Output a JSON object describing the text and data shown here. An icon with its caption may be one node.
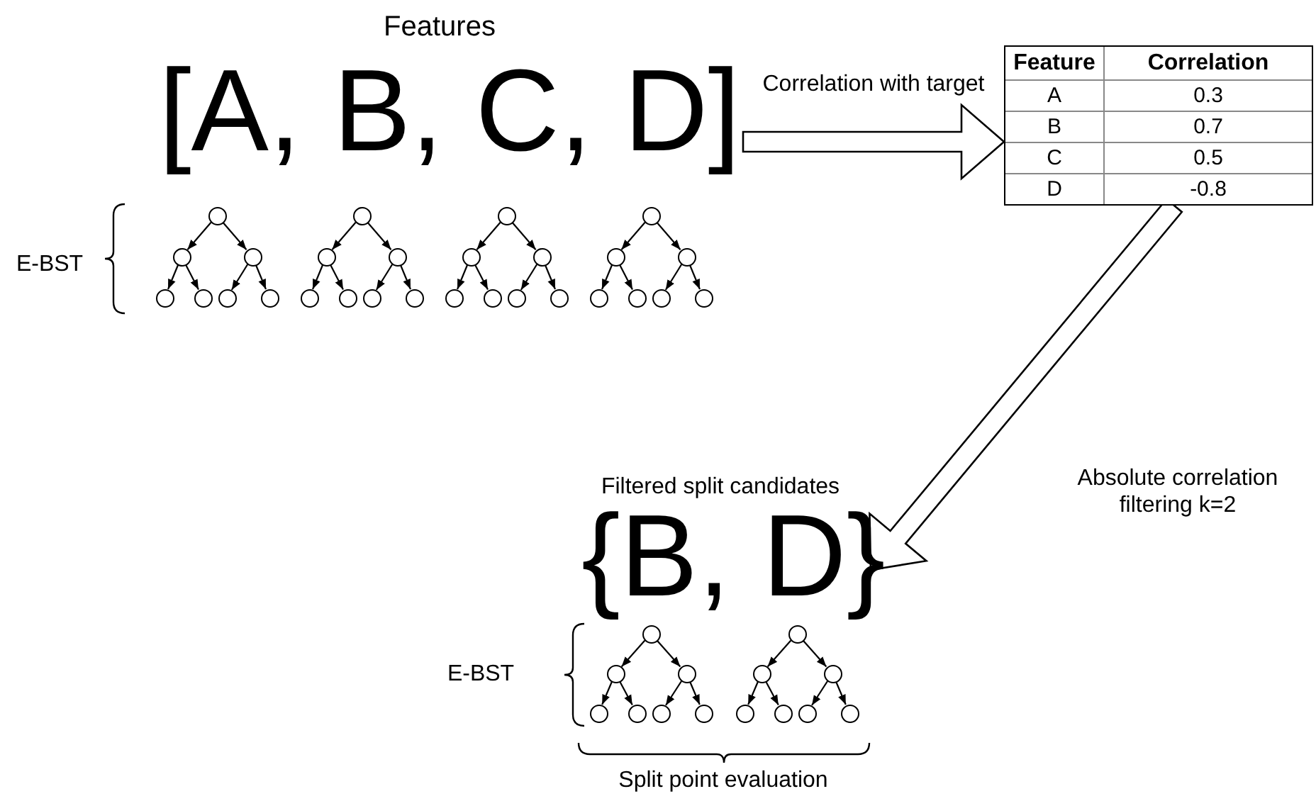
{
  "diagram": {
    "nodes": [
      {
        "text": [
          "[A, B, C, D]"
        ]
      },
      {
        "text": [
          "Feature",
          "Correlation",
          "A",
          "0.3",
          "B",
          "0.7",
          "C",
          "0.5",
          "D",
          "-0.8"
        ]
      },
      {
        "text": [
          "{B, D}"
        ]
      },
      {
        "text": [],
        "shape": "circle"
      },
      {
        "text": [],
        "shape": "circle"
      },
      {
        "text": [],
        "shape": "circle"
      },
      {
        "text": [],
        "shape": "circle"
      },
      {
        "text": [],
        "shape": "circle"
      },
      {
        "text": [],
        "shape": "circle"
      },
      {
        "text": [],
        "shape": "circle"
      },
      {
        "text": [],
        "shape": "circle"
      },
      {
        "text": [],
        "shape": "circle"
      },
      {
        "text": [],
        "shape": "circle"
      },
      {
        "text": [],
        "shape": "circle"
      },
      {
        "text": [],
        "shape": "circle"
      },
      {
        "text": [],
        "shape": "circle"
      },
      {
        "text": [],
        "shape": "circle"
      },
      {
        "text": [],
        "shape": "circle"
      },
      {
        "text": [],
        "shape": "circle"
      },
      {
        "text": [],
        "shape": "circle"
      },
      {
        "text": [],
        "shape": "circle"
      },
      {
        "text": [],
        "shape": "circle"
      },
      {
        "text": [],
        "shape": "circle"
      },
      {
        "text": [],
        "shape": "circle"
      },
      {
        "text": [],
        "shape": "circle"
      },
      {
        "text": [],
        "shape": "circle"
      },
      {
        "text": [],
        "shape": "circle"
      },
      {
        "text": [],
        "shape": "circle"
      },
      {
        "text": [],
        "shape": "circle"
      },
      {
        "text": [],
        "shape": "circle"
      },
      {
        "text": [],
        "shape": "circle"
      },
      {
        "text": [],
        "shape": "circle"
      },
      {
        "text": [],
        "shape": "circle"
      },
      {
        "text": [],
        "shape": "circle"
      },
      {
        "text": [],
        "shape": "circle"
      },
      {
        "text": [],
        "shape": "circle"
      },
      {
        "text": [],
        "shape": "circle"
      },
      {
        "text": [],
        "shape": "circle"
      },
      {
        "text": [],
        "shape": "circle"
      },
      {
        "text": [],
        "shape": "circle"
      },
      {
        "text": [],
        "shape": "circle"
      },
      {
        "text": [],
        "shape": "circle"
      },
      {
        "text": [],
        "shape": "circle"
      },
      {
        "text": [],
        "shape": "circle"
      },
      {
        "text": [],
        "shape": "circle"
      }
    ],
    "edges": [
      {
        "from": 0,
        "to": 1,
        "arrow": "to",
        "label": "Correlation with target",
        "style": "thick"
      },
      {
        "from": 1,
        "to": 2,
        "arrow": "to",
        "label": "Absolute correlation filtering k=2",
        "style": "thick"
      },
      {
        "from": 3,
        "to": 4,
        "arrow": "to"
      },
      {
        "from": 3,
        "to": 5,
        "arrow": "to"
      },
      {
        "from": 4,
        "to": 6,
        "arrow": "to"
      },
      {
        "from": 4,
        "to": 7,
        "arrow": "to"
      },
      {
        "from": 5,
        "to": 8,
        "arrow": "to"
      },
      {
        "from": 5,
        "to": 9,
        "arrow": "to"
      },
      {
        "from": 10,
        "to": 11,
        "arrow": "to"
      },
      {
        "from": 10,
        "to": 12,
        "arrow": "to"
      },
      {
        "from": 11,
        "to": 13,
        "arrow": "to"
      },
      {
        "from": 11,
        "to": 14,
        "arrow": "to"
      },
      {
        "from": 12,
        "to": 15,
        "arrow": "to"
      },
      {
        "from": 12,
        "to": 16,
        "arrow": "to"
      },
      {
        "from": 17,
        "to": 18,
        "arrow": "to"
      },
      {
        "from": 17,
        "to": 19,
        "arrow": "to"
      },
      {
        "from": 18,
        "to": 20,
        "arrow": "to"
      },
      {
        "from": 18,
        "to": 21,
        "arrow": "to"
      },
      {
        "from": 19,
        "to": 22,
        "arrow": "to"
      },
      {
        "from": 19,
        "to": 23,
        "arrow": "to"
      },
      {
        "from": 24,
        "to": 25,
        "arrow": "to"
      },
      {
        "from": 24,
        "to": 26,
        "arrow": "to"
      },
      {
        "from": 25,
        "to": 27,
        "arrow": "to"
      },
      {
        "from": 25,
        "to": 28,
        "arrow": "to"
      },
      {
        "from": 26,
        "to": 29,
        "arrow": "to"
      },
      {
        "from": 26,
        "to": 30,
        "arrow": "to"
      },
      {
        "from": 31,
        "to": 32,
        "arrow": "to"
      },
      {
        "from": 31,
        "to": 33,
        "arrow": "to"
      },
      {
        "from": 32,
        "to": 34,
        "arrow": "to"
      },
      {
        "from": 32,
        "to": 35,
        "arrow": "to"
      },
      {
        "from": 33,
        "to": 36,
        "arrow": "to"
      },
      {
        "from": 33,
        "to": 37,
        "arrow": "to"
      },
      {
        "from": 38,
        "to": 39,
        "arrow": "to"
      },
      {
        "from": 38,
        "to": 40,
        "arrow": "to"
      },
      {
        "from": 39,
        "to": 41,
        "arrow": "to"
      },
      {
        "from": 39,
        "to": 42,
        "arrow": "to"
      },
      {
        "from": 40,
        "to": 43,
        "arrow": "to"
      },
      {
        "from": 40,
        "to": 44,
        "arrow": "to"
      }
    ],
    "labels": [
      "Features",
      "E-BST",
      "Filtered split candidates",
      "E-BST",
      "Split point evaluation"
    ]
  }
}
